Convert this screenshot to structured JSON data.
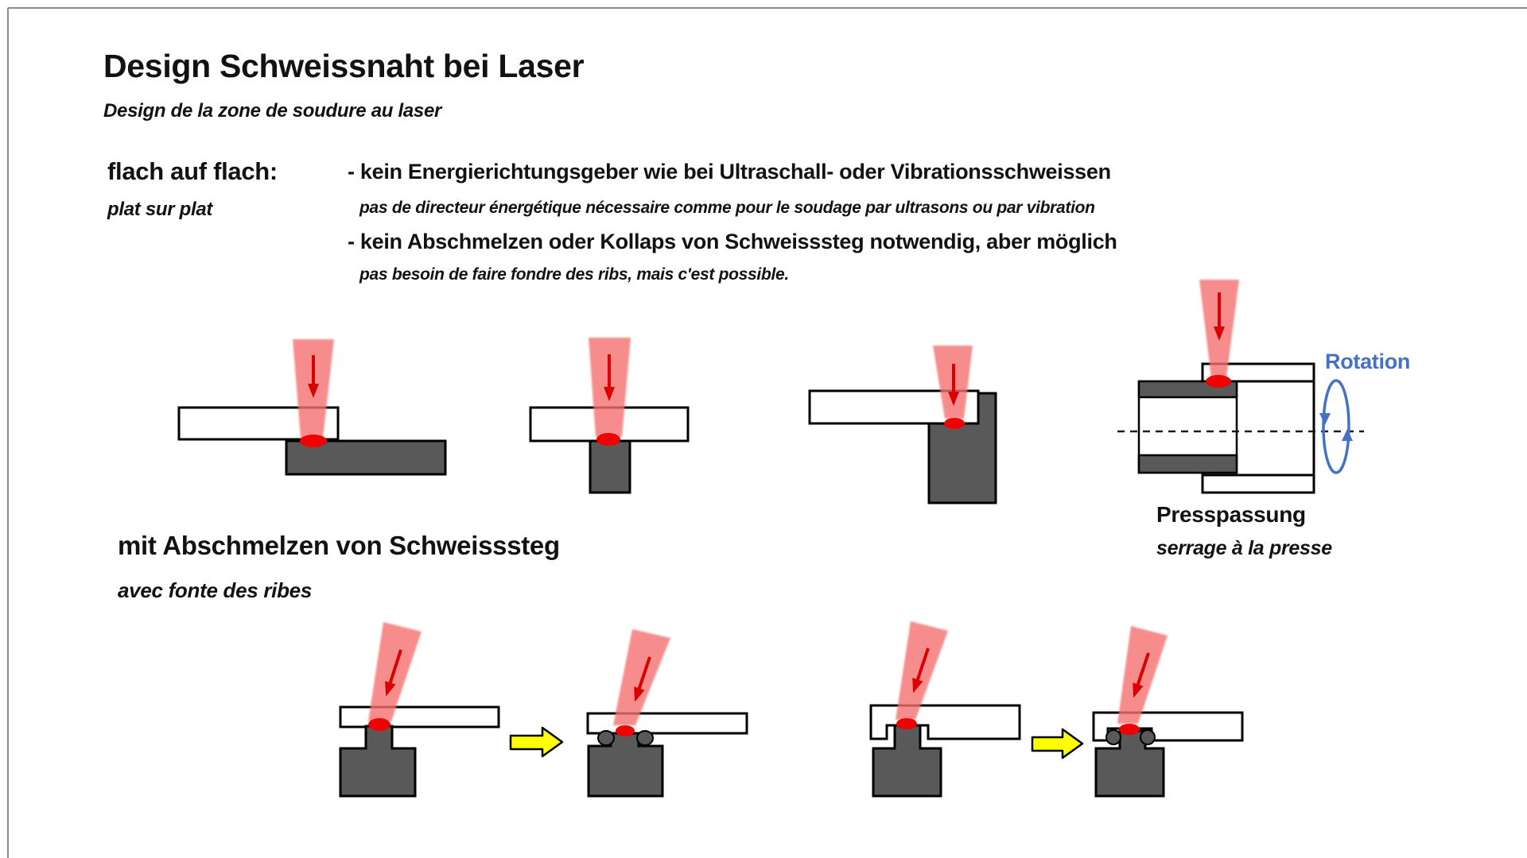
{
  "header": {
    "title": "Design Schweissnaht bei Laser",
    "subtitle_fr": "Design de la zone de soudure au laser"
  },
  "section_flat": {
    "label_de": "flach auf flach:",
    "label_fr": "plat sur plat",
    "bullets": [
      {
        "de": "- kein Energierichtungsgeber wie bei Ultraschall- oder Vibrationsschweissen",
        "fr": "pas de directeur énergétique nécessaire comme pour le soudage par ultrasons ou par vibration"
      },
      {
        "de": "-  kein Abschmelzen oder Kollaps von Schweisssteg notwendig, aber möglich",
        "fr": "pas besoin de faire fondre des ribs, mais c'est possible."
      }
    ]
  },
  "pressfit": {
    "rotation_label": "Rotation",
    "label_de": "Presspassung",
    "label_fr": "serrage à la presse"
  },
  "section_melt": {
    "label_de": "mit Abschmelzen von Schweisssteg",
    "label_fr": "avec fonte des ribes"
  },
  "colors": {
    "laser_beam": "#F4716F",
    "weld_spot": "#F00000",
    "beam_arrow": "#DB0000",
    "part_dark": "#595959",
    "transform_arrow": "#FFFF00",
    "rotation_blue": "#4472C4"
  }
}
